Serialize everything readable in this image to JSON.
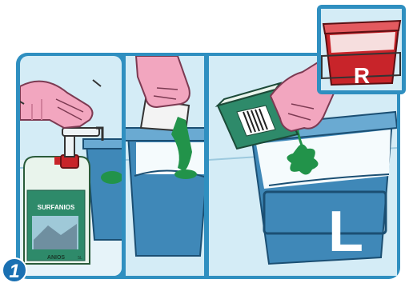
{
  "step": {
    "number": "1"
  },
  "bottle": {
    "brand": "SURFANIOS",
    "maker": "ANIOS",
    "volume": "5L"
  },
  "basins": {
    "left_letter": "L",
    "right_letter": "R"
  },
  "colors": {
    "frame_blue": "#2f8fc0",
    "basin_blue": "#3f88b8",
    "basin_red": "#c8242a",
    "glove_pink": "#f2a6bf",
    "liquid_green": "#22934a",
    "wall": "#cfe8f3"
  },
  "icons": [
    "pump-dispenser-icon",
    "sachet-icon",
    "barcode-icon",
    "basin-icon",
    "glove-hand-icon"
  ]
}
